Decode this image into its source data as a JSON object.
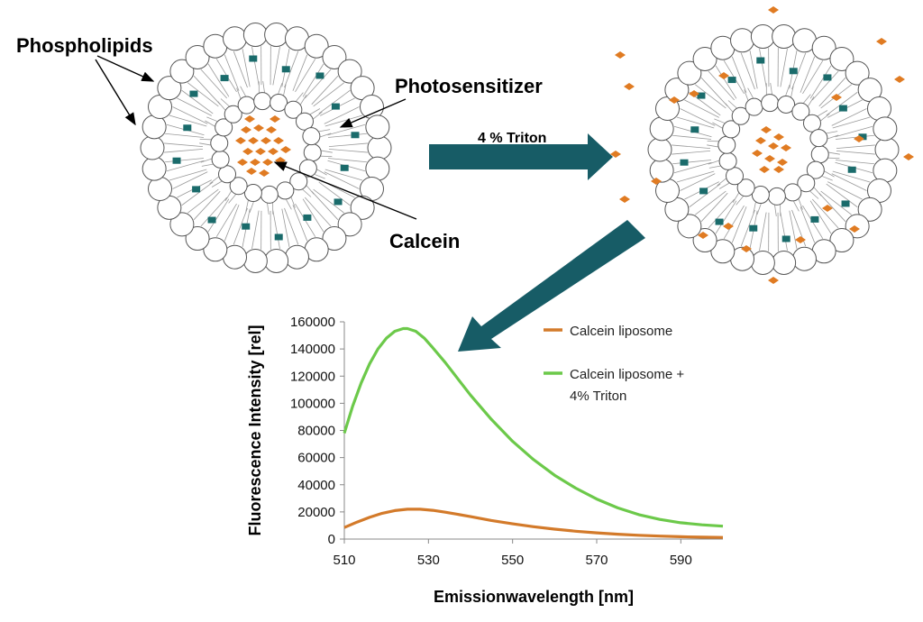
{
  "labels": {
    "phospholipids": "Phospholipids",
    "photosensitizer": "Photosensitizer",
    "calcein": "Calcein",
    "triton": "4 % Triton"
  },
  "colors": {
    "calcein": "#e07b22",
    "photosensitizer": "#1a6b6b",
    "arrow": "#175c66",
    "lipid_head_stroke": "#555555",
    "series_calcein": "#d37a2a",
    "series_triton": "#6cc94a"
  },
  "chart_data": {
    "type": "line",
    "xlabel": "Emissionwavelength [nm]",
    "ylabel": "Fluorescence Intensity [rel]",
    "xlim": [
      510,
      600
    ],
    "ylim": [
      0,
      160000
    ],
    "xticks": [
      "510",
      "530",
      "550",
      "570",
      "590"
    ],
    "yticks": [
      "0",
      "20000",
      "40000",
      "60000",
      "80000",
      "100000",
      "120000",
      "140000",
      "160000"
    ],
    "legend_position": "top-right",
    "series": [
      {
        "name": "Calcein liposome",
        "x": [
          510,
          513,
          516,
          519,
          522,
          525,
          528,
          531,
          534,
          537,
          540,
          545,
          550,
          555,
          560,
          565,
          570,
          575,
          580,
          585,
          590,
          595,
          600
        ],
        "y": [
          8500,
          12500,
          16000,
          19000,
          21000,
          22000,
          22000,
          21200,
          19800,
          18200,
          16500,
          13700,
          11200,
          9100,
          7300,
          5800,
          4600,
          3600,
          2800,
          2200,
          1700,
          1400,
          1200
        ]
      },
      {
        "name": "Calcein liposome +\n4% Triton",
        "x": [
          510,
          512,
          514,
          516,
          518,
          520,
          522,
          524,
          525,
          527,
          529,
          531,
          534,
          537,
          540,
          545,
          550,
          555,
          560,
          565,
          570,
          575,
          580,
          585,
          590,
          595,
          600
        ],
        "y": [
          78000,
          98000,
          115000,
          129000,
          140000,
          148000,
          153000,
          155000,
          155000,
          153000,
          148000,
          141000,
          130000,
          118000,
          106000,
          88000,
          72000,
          58500,
          47000,
          37500,
          29500,
          23000,
          18000,
          14500,
          12000,
          10500,
          9500
        ]
      }
    ]
  }
}
